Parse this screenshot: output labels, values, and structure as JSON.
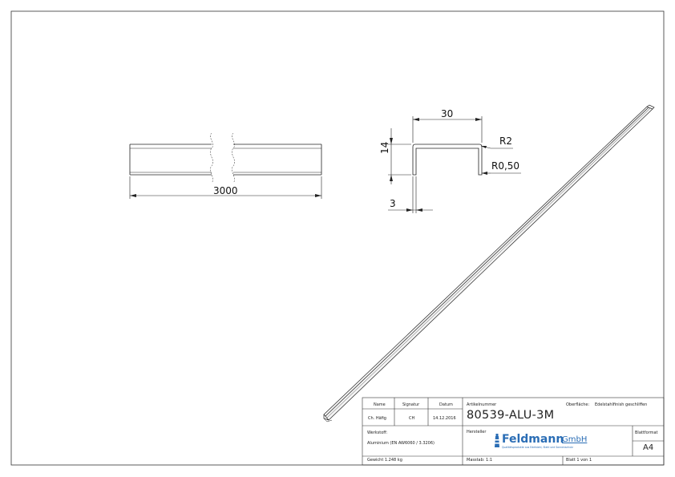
{
  "drawing": {
    "front_view": {
      "length_dim": "3000"
    },
    "section_view": {
      "width_dim": "30",
      "height_dim": "14",
      "lip_dim": "3",
      "outer_radius": "R2",
      "inner_radius": "R0,50"
    }
  },
  "title_block": {
    "headers": {
      "name": "Name",
      "signature": "Signatur",
      "date": "Datum"
    },
    "author": {
      "name": "Ch. Häfig",
      "signature": "CH",
      "date": "14.12.2016"
    },
    "article_label": "Artikelnummer",
    "article_number": "80539-ALU-3M",
    "surface_label": "Oberfläche:",
    "surface_value": "Edelstahlfinish geschliffen",
    "material_label": "Werkstoff:",
    "material_value": "Aluminium (EN AW6060 / 3.3206)",
    "manufacturer_label": "Hersteller",
    "logo": {
      "name": "Feldmann",
      "suffix": "GmbH",
      "tagline": "Qualitätsprodukte aus Edelstahl, Stahl und Sonnenschutz"
    },
    "sheet_format_label": "Blattformat",
    "sheet_format_value": "A4",
    "weight": "Gewicht 1.248 kg",
    "scale": "Masstab: 1:1",
    "sheet": "Blatt 1 von 1"
  }
}
